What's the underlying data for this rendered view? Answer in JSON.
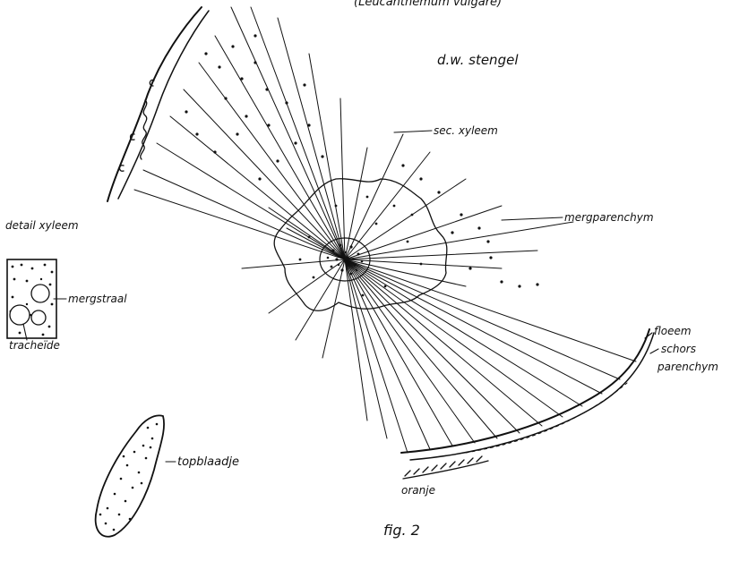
{
  "texts": {
    "top_heading": "(Leucanthemum vulgare)",
    "subtitle": "d.w. stengel",
    "sec_xyleem": "sec. xyleem",
    "mergparenchym": "mergparenchym",
    "detail_xyleem": "detail xyleem",
    "mergstraal": "mergstraal",
    "tracheide": "tracheïde",
    "floeem": "floeem",
    "schors": "schors",
    "parenchym": "parenchym",
    "topblaadje": "topblaadje",
    "oranje": "oranje",
    "fig": "fig. 2"
  },
  "colors": {
    "ink": "#111111",
    "paper": "#ffffff"
  }
}
